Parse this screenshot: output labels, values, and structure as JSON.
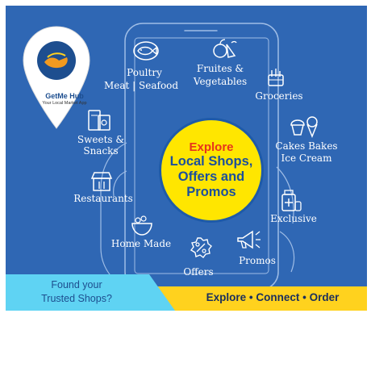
{
  "logo": {
    "name": "GetMe Hub",
    "tagline": "Your Local Market App"
  },
  "categories": {
    "poultry": "Poultry",
    "meat_seafood": "Meat | Seafood",
    "fruits": "Fruites &",
    "vegetables": "Vegetables",
    "groceries": "Groceries",
    "sweets": "Sweets &",
    "snacks": "Snacks",
    "cakes": "Cakes Bakes",
    "icecream": "Ice Cream",
    "restaurants": "Restaurants",
    "exclusive": "Exclusive",
    "home_made": "Home Made",
    "promos": "Promos",
    "offers": "Offers"
  },
  "center": {
    "line1": "Explore",
    "line2": "Local Shops,",
    "line3": "Offers and",
    "line4": "Promos"
  },
  "bottom": {
    "found_line1": "Found your",
    "found_line2": "Trusted Shops?",
    "tagline": "Explore  •  Connect  •  Order"
  },
  "colors": {
    "background": "#2f67b4",
    "yellow": "#ffe600",
    "cyan": "#5fd3f3",
    "red": "#e8341c"
  }
}
